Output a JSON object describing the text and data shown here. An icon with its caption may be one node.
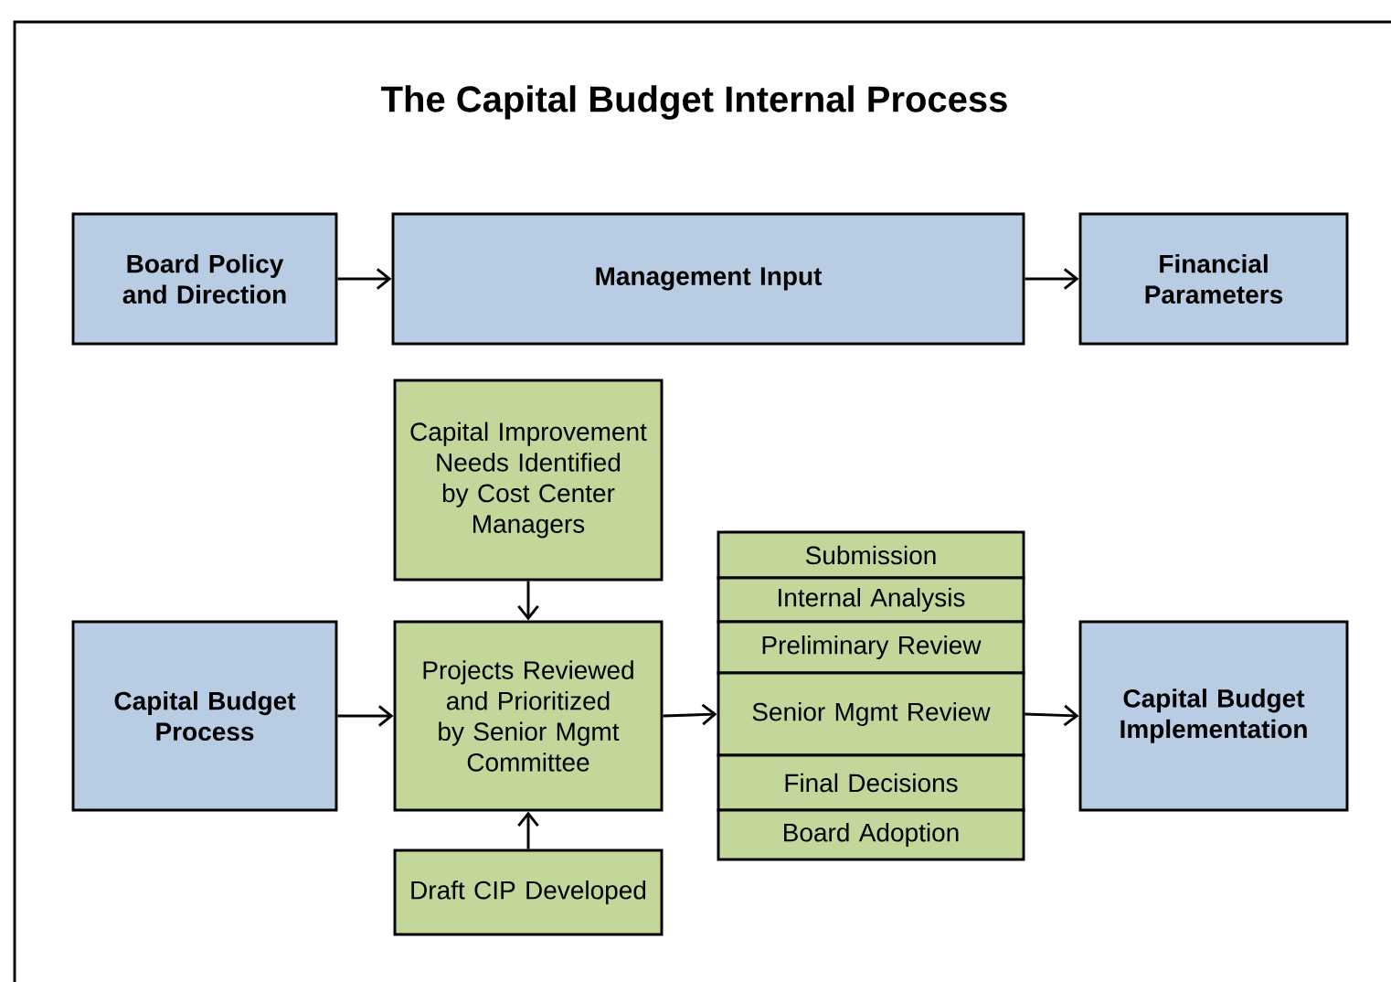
{
  "diagram": {
    "title": "The Capital Budget Internal Process",
    "nodes": [
      {
        "text": [
          "Board Policy and Direction"
        ]
      },
      {
        "text": [
          "Management Input"
        ]
      },
      {
        "text": [
          "Financial Parameters"
        ]
      },
      {
        "text": [
          "Capital Improvement Needs Identified by Cost Center Managers"
        ]
      },
      {
        "text": [
          "Capital Budget Process"
        ]
      },
      {
        "text": [
          "Projects Reviewed and Prioritized by Senior Mgmt Committee"
        ]
      },
      {
        "text": [
          "Submission"
        ]
      },
      {
        "text": [
          "Internal Analysis"
        ]
      },
      {
        "text": [
          "Preliminary Review"
        ]
      },
      {
        "text": [
          "Senior Mgmt Review"
        ]
      },
      {
        "text": [
          "Final Decisions"
        ]
      },
      {
        "text": [
          "Board Adoption"
        ]
      },
      {
        "text": [
          "Capital Budget Implementation"
        ]
      },
      {
        "text": [
          "Draft CIP Developed"
        ]
      }
    ],
    "edges": [
      {
        "from": 0,
        "to": 1,
        "arrow": "to"
      },
      {
        "from": 1,
        "to": 2,
        "arrow": "to"
      },
      {
        "from": 3,
        "to": 5,
        "arrow": "to"
      },
      {
        "from": 4,
        "to": 5,
        "arrow": "to"
      },
      {
        "from": 5,
        "to": 9,
        "arrow": "to"
      },
      {
        "from": 9,
        "to": 12,
        "arrow": "to"
      },
      {
        "from": 13,
        "to": 5,
        "arrow": "to"
      }
    ]
  }
}
